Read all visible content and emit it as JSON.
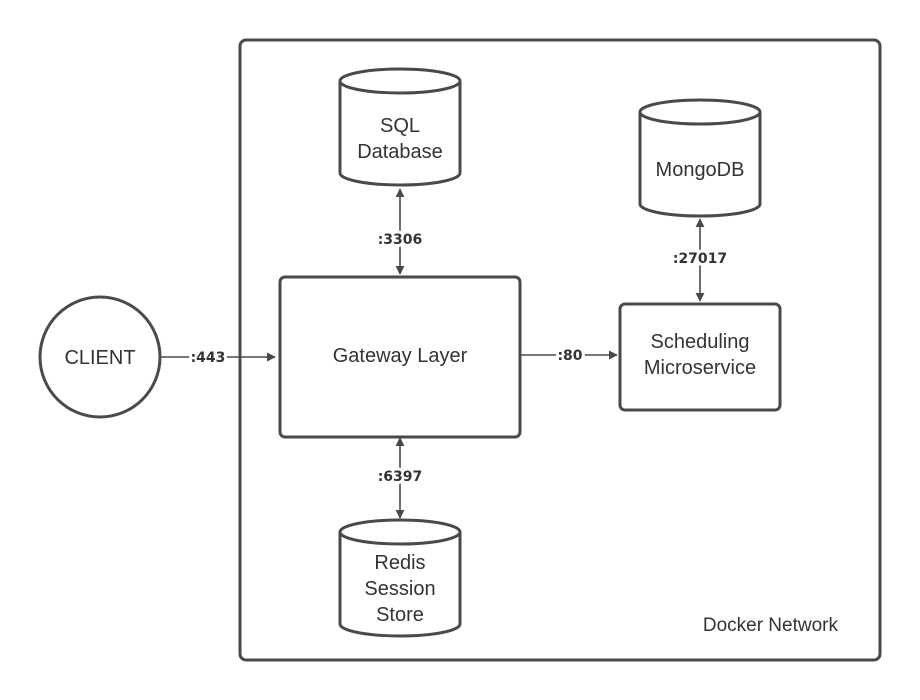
{
  "network": {
    "label": "Docker Network"
  },
  "nodes": {
    "client": {
      "label": "CLIENT"
    },
    "gateway": {
      "label": "Gateway Layer"
    },
    "sql_db": {
      "lines": [
        "SQL",
        "Database"
      ]
    },
    "mongodb": {
      "label": "MongoDB"
    },
    "redis": {
      "lines": [
        "Redis",
        "Session",
        "Store"
      ]
    },
    "scheduler": {
      "lines": [
        "Scheduling",
        "Microservice"
      ]
    }
  },
  "edges": {
    "client_gateway": {
      "port": ":443"
    },
    "gateway_sql": {
      "port": ":3306"
    },
    "gateway_redis": {
      "port": ":6397"
    },
    "gateway_scheduler": {
      "port": ":80"
    },
    "scheduler_mongodb": {
      "port": ":27017"
    }
  },
  "colors": {
    "stroke": "#4a4a4a",
    "text": "#333333",
    "background": "#ffffff"
  }
}
